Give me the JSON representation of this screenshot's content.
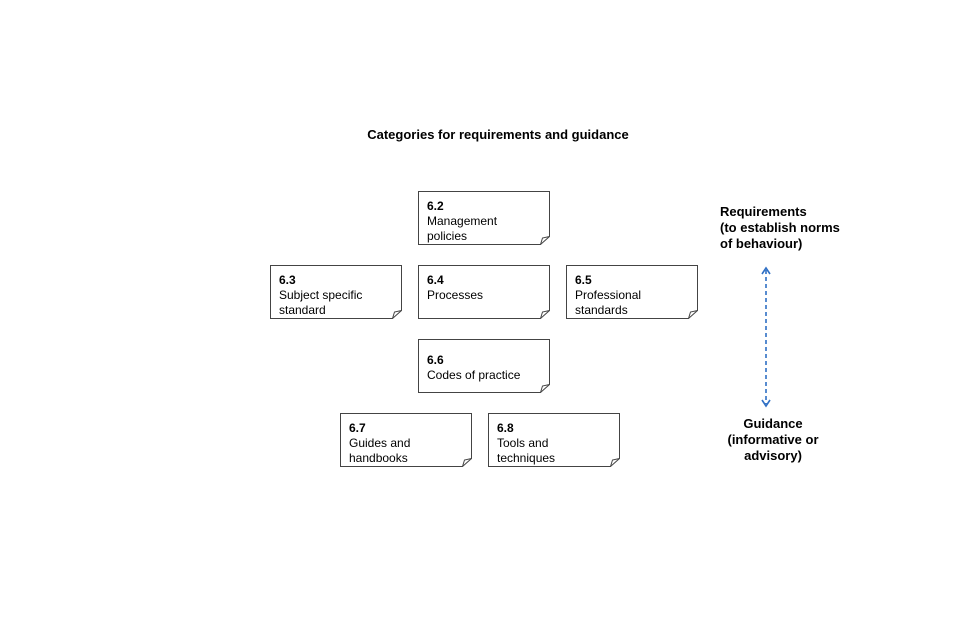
{
  "title": "Categories for requirements and guidance",
  "cards": {
    "c62": {
      "number": "6.2",
      "label": "Management\npolicies"
    },
    "c63": {
      "number": "6.3",
      "label": "Subject specific\nstandard"
    },
    "c64": {
      "number": "6.4",
      "label": "Processes"
    },
    "c65": {
      "number": "6.5",
      "label": "Professional\nstandards"
    },
    "c66": {
      "number": "6.6",
      "label": "Codes of practice"
    },
    "c67": {
      "number": "6.7",
      "label": "Guides and\nhandbooks"
    },
    "c68": {
      "number": "6.8",
      "label": "Tools and\ntechniques"
    }
  },
  "scale": {
    "top_label": "Requirements\n(to establish norms\nof behaviour)",
    "bottom_label": "Guidance\n(informative or\nadvisory)",
    "arrow_color": "#2f6fc4"
  }
}
